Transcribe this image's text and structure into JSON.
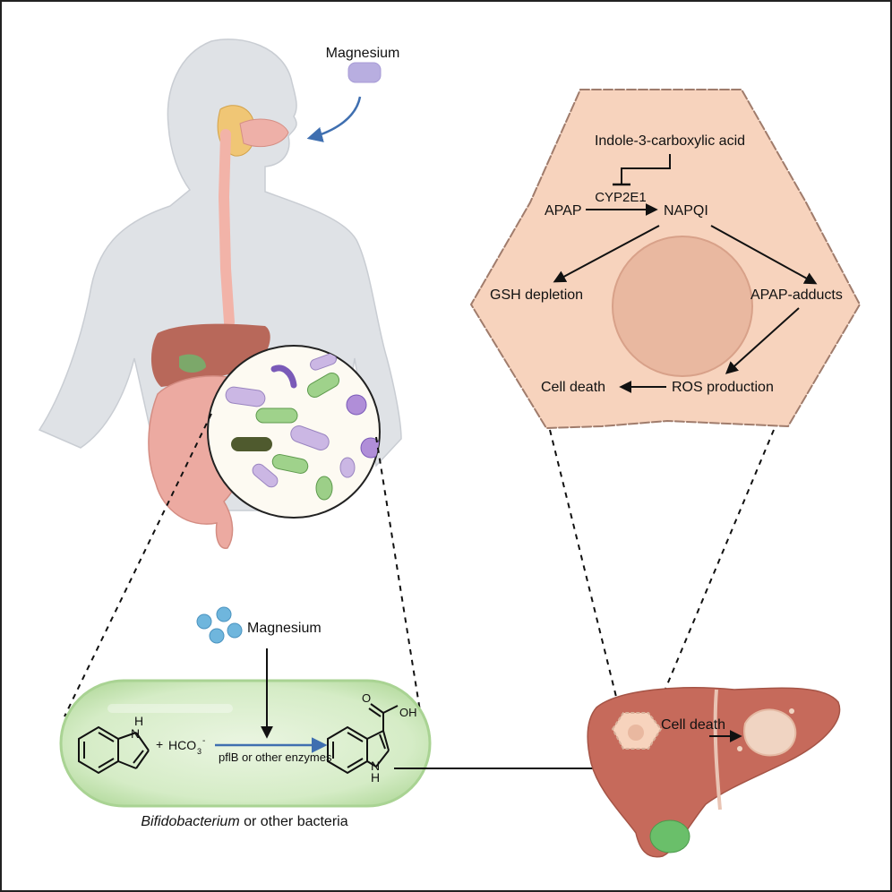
{
  "labels": {
    "magnesium_top": "Magnesium",
    "magnesium_bottom": "Magnesium",
    "indole3": "Indole-3-carboxylic acid",
    "apap": "APAP",
    "cyp2e1": "CYP2E1",
    "napqi": "NAPQI",
    "gsh": "GSH depletion",
    "adducts": "APAP-adducts",
    "cell_death_cell": "Cell death",
    "ros": "ROS production",
    "hco3": "HCO",
    "hco3_sub": "3",
    "hco3_sup": "-",
    "plus": "+",
    "enzymes": "pflB or other enzymes",
    "nh_left": "N",
    "h_left": "H",
    "oh": "OH",
    "o": "O",
    "nh_right": "N",
    "h_right": "H",
    "bacteria_italic": "Bifidobacterium",
    "bacteria_rest": " or other bacteria",
    "cell_death_liver": "Cell death"
  },
  "colors": {
    "cell_fill": "#f7d3bd",
    "cell_stroke": "#a07c6c",
    "nucleus": "#e9b8a0",
    "liver": "#c66a5b",
    "body": "#dfe2e6",
    "capsule": "#cfe8c0",
    "enzyme_arrow": "#3f6fb0"
  }
}
